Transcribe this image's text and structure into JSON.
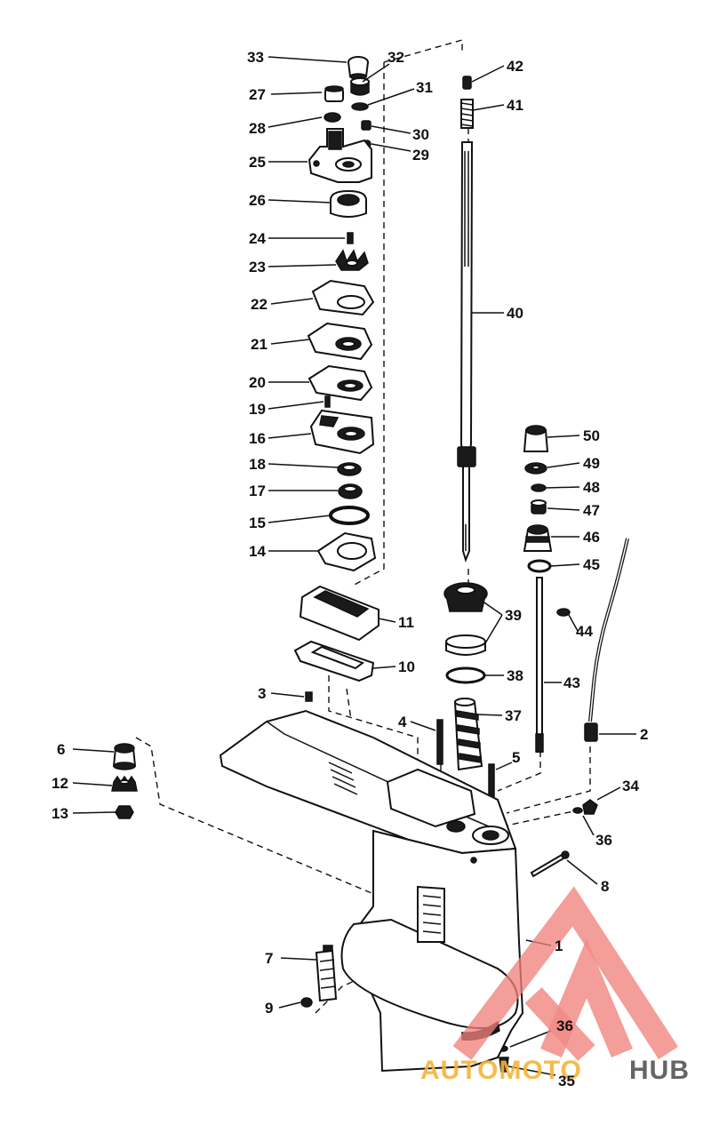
{
  "diagram": {
    "callouts": [
      {
        "id": "33",
        "text": "33"
      },
      {
        "id": "32",
        "text": "32"
      },
      {
        "id": "27",
        "text": "27"
      },
      {
        "id": "31",
        "text": "31"
      },
      {
        "id": "28",
        "text": "28"
      },
      {
        "id": "30",
        "text": "30"
      },
      {
        "id": "29",
        "text": "29"
      },
      {
        "id": "25",
        "text": "25"
      },
      {
        "id": "26",
        "text": "26"
      },
      {
        "id": "24",
        "text": "24"
      },
      {
        "id": "23",
        "text": "23"
      },
      {
        "id": "22",
        "text": "22"
      },
      {
        "id": "21",
        "text": "21"
      },
      {
        "id": "20",
        "text": "20"
      },
      {
        "id": "19",
        "text": "19"
      },
      {
        "id": "16",
        "text": "16"
      },
      {
        "id": "18",
        "text": "18"
      },
      {
        "id": "17",
        "text": "17"
      },
      {
        "id": "15",
        "text": "15"
      },
      {
        "id": "14",
        "text": "14"
      },
      {
        "id": "11",
        "text": "11"
      },
      {
        "id": "10",
        "text": "10"
      },
      {
        "id": "3",
        "text": "3"
      },
      {
        "id": "4",
        "text": "4"
      },
      {
        "id": "6",
        "text": "6"
      },
      {
        "id": "12",
        "text": "12"
      },
      {
        "id": "13",
        "text": "13"
      },
      {
        "id": "7",
        "text": "7"
      },
      {
        "id": "9",
        "text": "9"
      },
      {
        "id": "42",
        "text": "42"
      },
      {
        "id": "41",
        "text": "41"
      },
      {
        "id": "40",
        "text": "40"
      },
      {
        "id": "39",
        "text": "39"
      },
      {
        "id": "38",
        "text": "38"
      },
      {
        "id": "37",
        "text": "37"
      },
      {
        "id": "5",
        "text": "5"
      },
      {
        "id": "50",
        "text": "50"
      },
      {
        "id": "49",
        "text": "49"
      },
      {
        "id": "48",
        "text": "48"
      },
      {
        "id": "47",
        "text": "47"
      },
      {
        "id": "46",
        "text": "46"
      },
      {
        "id": "45",
        "text": "45"
      },
      {
        "id": "44",
        "text": "44"
      },
      {
        "id": "43",
        "text": "43"
      },
      {
        "id": "2",
        "text": "2"
      },
      {
        "id": "34",
        "text": "34"
      },
      {
        "id": "36a",
        "text": "36"
      },
      {
        "id": "8",
        "text": "8"
      },
      {
        "id": "1",
        "text": "1"
      },
      {
        "id": "36b",
        "text": "36"
      },
      {
        "id": "35",
        "text": "35"
      }
    ]
  },
  "watermark": {
    "brand_part1": "AUTOMOTO",
    "brand_part2": "HUB",
    "accent_color": "#f0807a",
    "orange_color": "#f6b33a",
    "gray_color": "#555555"
  }
}
